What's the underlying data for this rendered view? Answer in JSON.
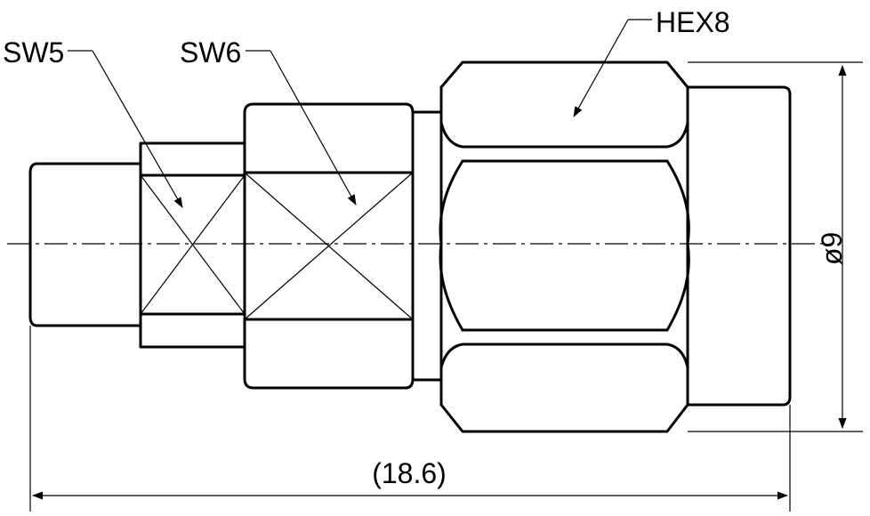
{
  "labels": {
    "sw5": "SW5",
    "sw6": "SW6",
    "hex8": "HEX8",
    "diameter": "ø9",
    "length": "(18.6)"
  }
}
